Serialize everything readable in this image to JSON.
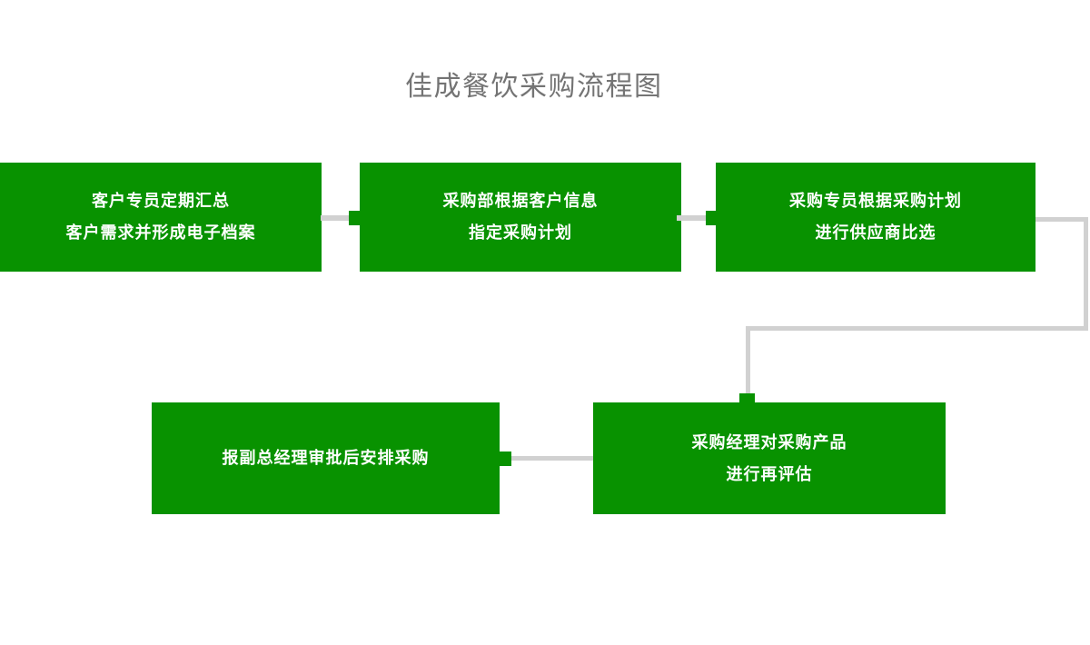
{
  "page": {
    "title": "佳成餐饮采购流程图",
    "background_color": "#ffffff",
    "title_color": "#747474"
  },
  "palette": {
    "node_green": "#089200",
    "node_text_white": "#ffffff",
    "connector_gray": "#d1d1d1"
  },
  "flow": {
    "nodes": [
      {
        "id": "summarize-customer-needs",
        "lines": [
          "客户专员定期汇总",
          "客户需求并形成电子档案"
        ]
      },
      {
        "id": "make-procurement-plan",
        "lines": [
          "采购部根据客户信息",
          "指定采购计划"
        ]
      },
      {
        "id": "compare-suppliers",
        "lines": [
          "采购专员根据采购计划",
          "进行供应商比选"
        ]
      },
      {
        "id": "reevaluate-products",
        "lines": [
          "采购经理对采购产品",
          "进行再评估"
        ]
      },
      {
        "id": "approve-and-arrange",
        "lines": [
          "报副总经理审批后安排采购"
        ]
      }
    ],
    "edges": [
      {
        "from": "summarize-customer-needs",
        "to": "make-procurement-plan"
      },
      {
        "from": "make-procurement-plan",
        "to": "compare-suppliers"
      },
      {
        "from": "compare-suppliers",
        "to": "reevaluate-products"
      },
      {
        "from": "reevaluate-products",
        "to": "approve-and-arrange"
      }
    ]
  }
}
